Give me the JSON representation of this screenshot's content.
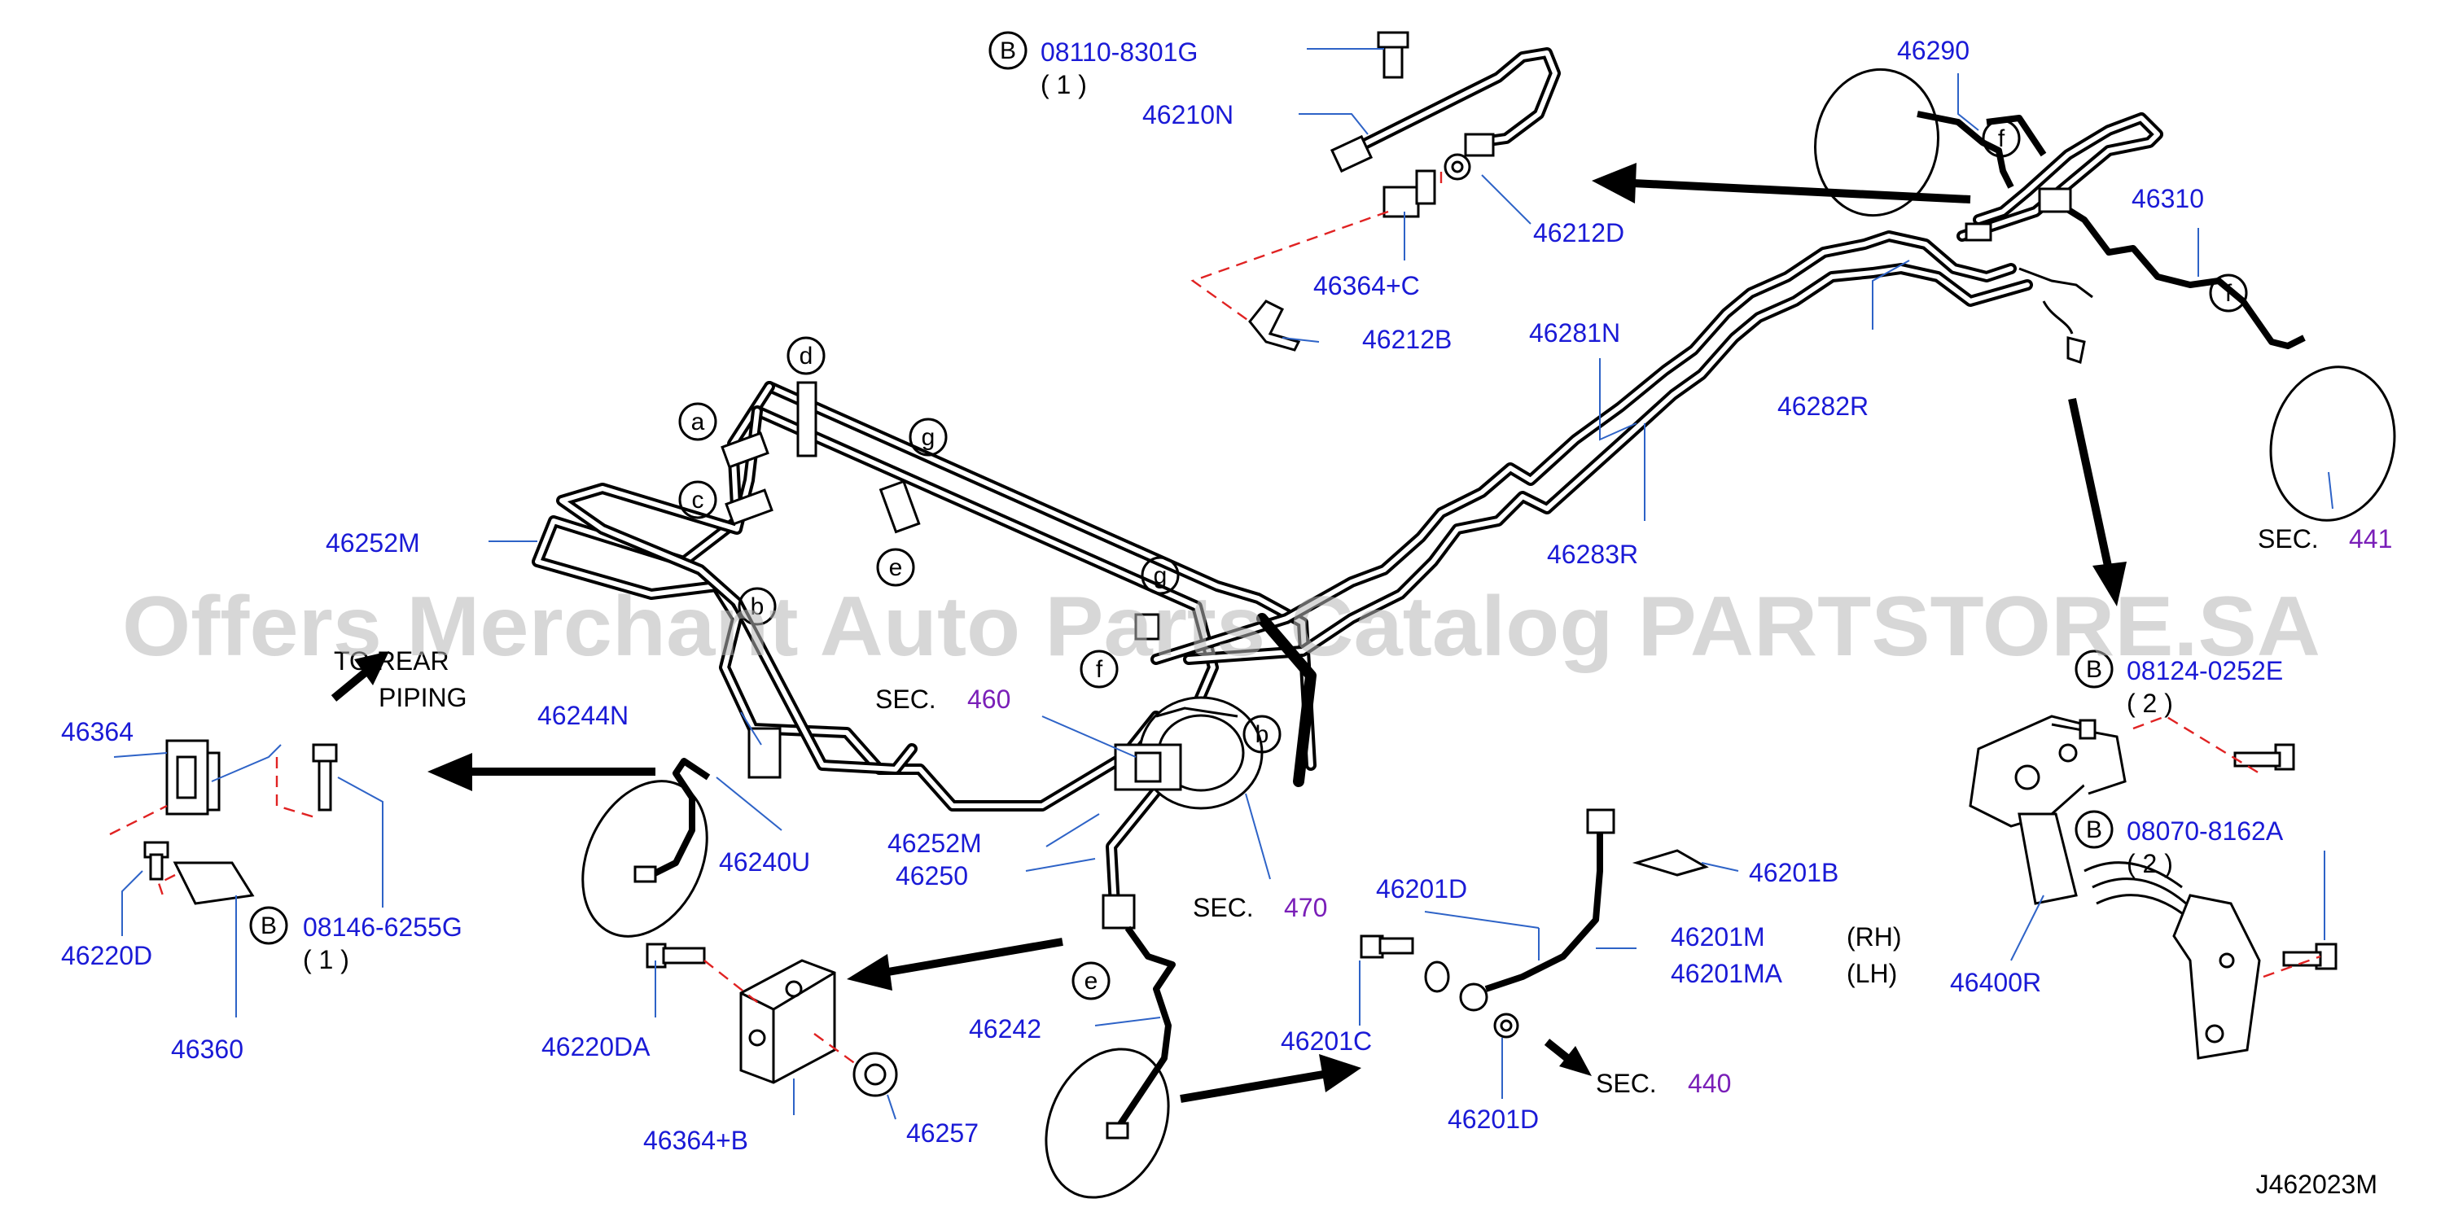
{
  "part_labels": {
    "p08110": "08110-8301G",
    "p08110_qty": "( 1 )",
    "p46210N": "46210N",
    "p46212D": "46212D",
    "p46364C": "46364+C",
    "p46212B": "46212B",
    "p46290": "46290",
    "p46310": "46310",
    "p46281N": "46281N",
    "p46282R": "46282R",
    "p46283R": "46283R",
    "p46252M_a": "46252M",
    "p46364": "46364",
    "p46244N": "46244N",
    "p46240U": "46240U",
    "p46252M_b": "46252M",
    "p46250": "46250",
    "p46220D": "46220D",
    "p08146": "08146-6255G",
    "p08146_qty": "( 1 )",
    "p46360": "46360",
    "p46220DA": "46220DA",
    "p46364B": "46364+B",
    "p46257": "46257",
    "p46242": "46242",
    "p46201D_a": "46201D",
    "p46201B": "46201B",
    "p46201M": "46201M",
    "p46201MA": "46201MA",
    "p46201C": "46201C",
    "p46201D_b": "46201D",
    "p08124": "08124-0252E",
    "p08124_qty": "( 2 )",
    "p08070": "08070-8162A",
    "p08070_qty": "( 2 )",
    "p46400R": "46400R"
  },
  "side_labels": {
    "rh": "(RH)",
    "lh": "(LH)"
  },
  "sections": [
    {
      "prefix": "SEC.",
      "number": "441"
    },
    {
      "prefix": "SEC.",
      "number": "460"
    },
    {
      "prefix": "SEC.",
      "number": "470"
    },
    {
      "prefix": "SEC.",
      "number": "440"
    }
  ],
  "to_rear": {
    "line1": "TO  REAR",
    "line2": "PIPING"
  },
  "clip_letters": [
    "a",
    "b",
    "c",
    "d",
    "e",
    "f",
    "g"
  ],
  "bolt_marker": "B",
  "diagram_code": "J462023M",
  "watermark": "Offers Merchant Auto Parts Catalog PARTSTORE.SA",
  "colors": {
    "part_number": "#1a1ad6",
    "section_number": "#7a1fb8",
    "leader": "#2e63c7",
    "phantom_line": "#e02222",
    "watermark": "#b7b7b7"
  }
}
